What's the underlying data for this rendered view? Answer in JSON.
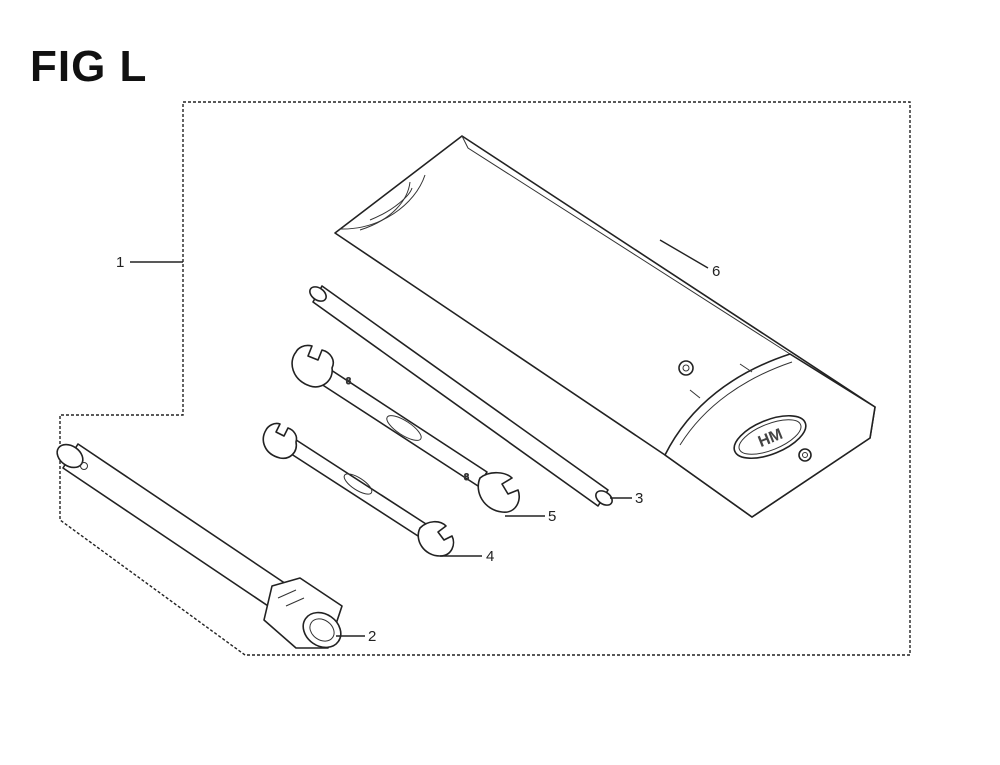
{
  "figure": {
    "title": "FIG L"
  },
  "callouts": {
    "kit": "1",
    "socket_wrench": "2",
    "handle_bar": "3",
    "wrench_small": "4",
    "wrench_large": "5",
    "tool_bag": "6"
  },
  "logo": {
    "text": "HM"
  }
}
